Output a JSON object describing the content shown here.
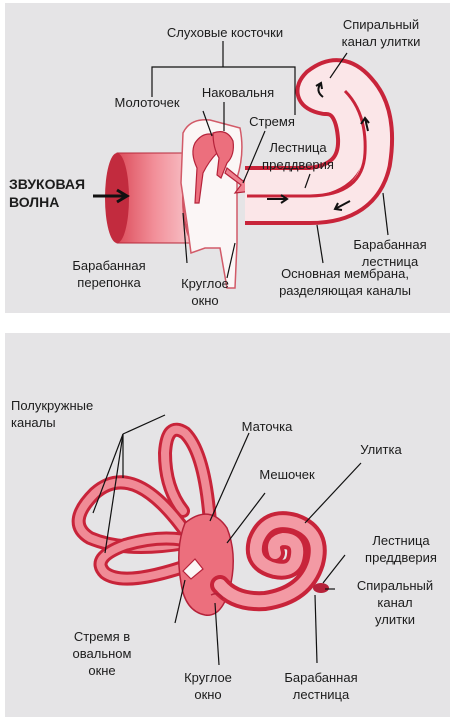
{
  "colors": {
    "panel_bg": "#e5e4e6",
    "tissue_light": "#f7c2c7",
    "tissue_mid": "#ec6f7d",
    "tissue_dark": "#c8243a",
    "bone_white": "#fbf6f6",
    "leader_line": "#111111"
  },
  "top_panel": {
    "sound_wave_line1": "ЗВУКОВАЯ",
    "sound_wave_line2": "ВОЛНА",
    "ossicles": "Слуховые косточки",
    "malleus": "Молоточек",
    "incus": "Наковальня",
    "stapes": "Стремя",
    "cochlear_duct_line1": "Спиральный",
    "cochlear_duct_line2": "канал улитки",
    "scala_vestibuli_line1": "Лестница",
    "scala_vestibuli_line2": "преддверия",
    "eardrum_line1": "Барабанная",
    "eardrum_line2": "перепонка",
    "round_window_line1": "Круглое",
    "round_window_line2": "окно",
    "basilar_membrane_line1": "Основная мембрана,",
    "basilar_membrane_line2": "разделяющая каналы",
    "scala_tympani_line1": "Барабанная",
    "scala_tympani_line2": "лестница"
  },
  "bottom_panel": {
    "semicircular_line1": "Полукружные",
    "semicircular_line2": "каналы",
    "utricle": "Маточка",
    "saccule": "Мешочек",
    "cochlea": "Улитка",
    "scala_vestibuli_line1": "Лестница",
    "scala_vestibuli_line2": "преддверия",
    "cochlear_duct_line1": "Спиральный",
    "cochlear_duct_line2": "канал",
    "cochlear_duct_line3": "улитки",
    "stapes_line1": "Стремя в",
    "stapes_line2": "овальном",
    "stapes_line3": "окне",
    "round_window_line1": "Круглое",
    "round_window_line2": "окно",
    "scala_tympani_line1": "Барабанная",
    "scala_tympani_line2": "лестница"
  }
}
